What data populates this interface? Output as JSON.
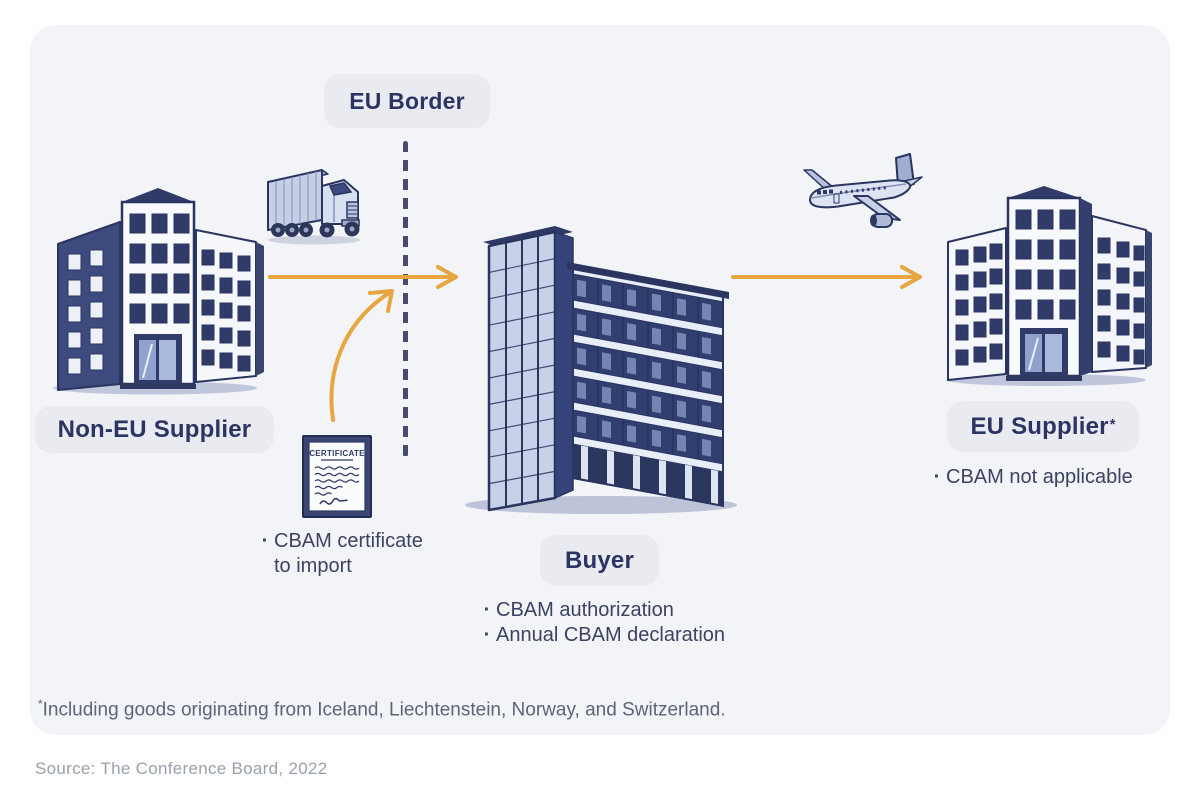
{
  "ui": {
    "bullet_char": "·"
  },
  "colors": {
    "accent_orange": "#E9A53F",
    "navy_text": "#2B3462",
    "card_background": "#F3F4F7",
    "pill_background": "#E9EBF1",
    "border_dash": "#434C6E"
  },
  "icons": {
    "truck": "truck-icon",
    "airplane": "airplane-icon",
    "certificate": "certificate-icon",
    "buildings": [
      "non-eu-supplier-building-icon",
      "buyer-building-icon",
      "eu-supplier-building-icon"
    ]
  },
  "diagram": {
    "eu_border_label": "EU Border",
    "non_eu_supplier": {
      "label": "Non-EU Supplier"
    },
    "certificate": {
      "title": "CERTIFICATE",
      "note_line1": "CBAM certificate",
      "note_line2": "to import"
    },
    "buyer": {
      "label": "Buyer",
      "bullets": [
        "CBAM authorization",
        "Annual CBAM declaration"
      ]
    },
    "eu_supplier": {
      "label": "EU Supplier",
      "label_mark": "*",
      "bullets": [
        "CBAM not applicable"
      ]
    },
    "footnote_mark": "*",
    "footnote_text": "Including goods originating from Iceland, Liechtenstein, Norway, and Switzerland.",
    "source": "Source: The Conference Board, 2022"
  }
}
